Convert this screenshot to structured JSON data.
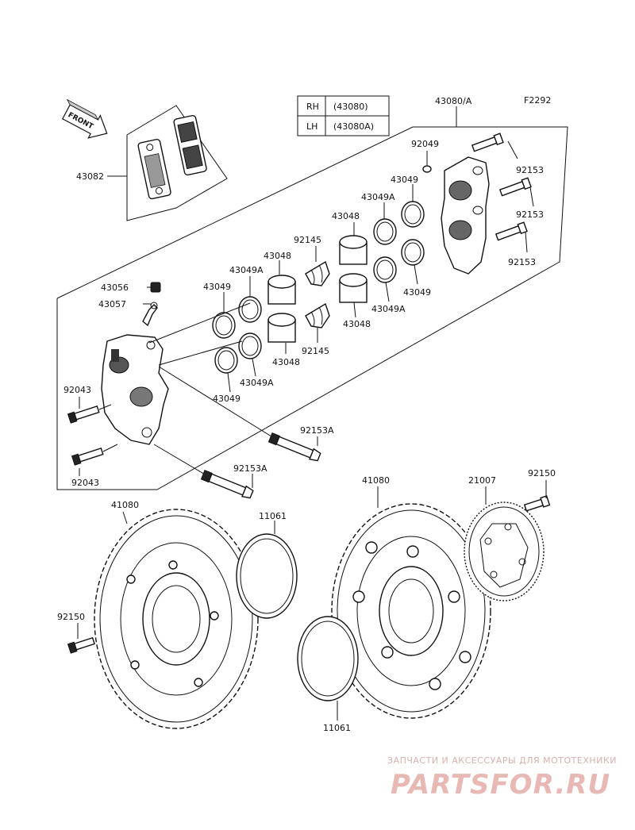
{
  "fig_code": "F2292",
  "front_label": "FRONT",
  "table": {
    "rows": [
      {
        "side": "RH",
        "part": "(43080)"
      },
      {
        "side": "LH",
        "part": "(43080A)"
      }
    ]
  },
  "labels": {
    "caliper_assy": "43080/A",
    "pads": "43082",
    "bleeder_cap": "43056",
    "bleeder_valve": "43057",
    "washer": "92049",
    "bolt_a": "92153",
    "bolt_b": "92153",
    "bolt_c": "92153",
    "seal_r1": "43049",
    "seal_r2": "43049A",
    "piston_r1": "43048",
    "seal_r3": "43049",
    "seal_r4": "43049A",
    "piston_r2": "43048",
    "spring_a": "92145",
    "spring_b": "92145",
    "piston_l1": "43048",
    "seal_l1": "43049A",
    "seal_l2": "43049",
    "seal_l3": "43049",
    "seal_l4": "43049A",
    "piston_l2": "43048",
    "bolt_43_a": "92043",
    "bolt_43_b": "92043",
    "bolt_153a_a": "92153A",
    "bolt_153a_b": "92153A",
    "disc_left": "41080",
    "disc_right": "41080",
    "shim_top": "11061",
    "shim_bottom": "11061",
    "rotor_sensor": "21007",
    "disc_bolt_left": "92150",
    "disc_bolt_right": "92150"
  },
  "watermark": {
    "caption": "ЗАПЧАСТИ И АКСЕССУАРЫ ДЛЯ МОТОТЕХНИКИ",
    "logo": "PARTSFOR.RU"
  },
  "colors": {
    "line": "#111111",
    "watermark": "#e8b8b4"
  }
}
